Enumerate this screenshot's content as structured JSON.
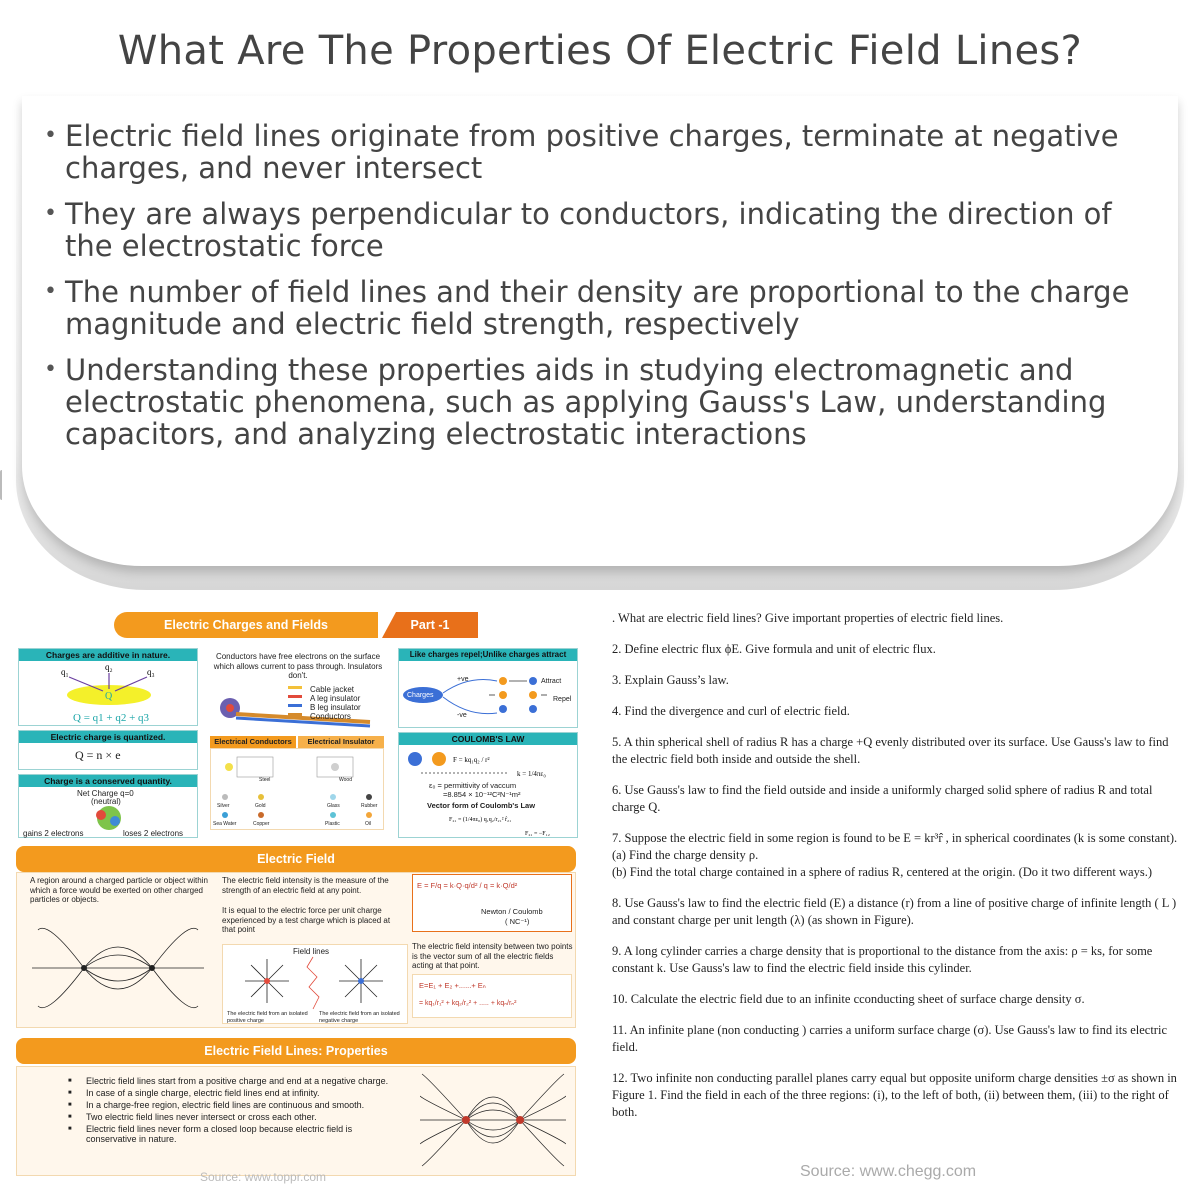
{
  "title": "What Are The Properties Of Electric Field Lines?",
  "bullets": [
    "Electric field lines originate from positive charges, terminate at negative charges, and never intersect",
    "They are always perpendicular to conductors, indicating the direction of the electrostatic force",
    "The number of field lines and their density are proportional to the charge magnitude and electric field strength, respectively",
    "Understanding these properties aids in studying electromagnetic and electrostatic phenomena, such as applying Gauss's Law, understanding capacitors, and analyzing electrostatic interactions"
  ],
  "infographic": {
    "banner_title": "Electric Charges and Fields",
    "banner_part": "Part -1",
    "box1": {
      "heading": "Charges are additive in nature.",
      "charges": [
        "q1",
        "q2",
        "q3"
      ],
      "center": "Q",
      "formula": "Q = q1 + q2 + q3"
    },
    "box2": {
      "heading": "Electric charge is quantized.",
      "formula": "Q = n × e"
    },
    "box3": {
      "heading": "Charge is a conserved quantity.",
      "net": "Net Charge q=0",
      "neutral": "(neutral)",
      "gains": "gains 2 electrons",
      "loses": "loses 2 electrons"
    },
    "conductors": {
      "text": "Conductors have free electrons on the surface which allows current to pass through. Insulators don't.",
      "legend": [
        "Cable jacket",
        "A leg insulator",
        "B leg insulator",
        "Conductors"
      ],
      "tab_left": "Electrical Conductors",
      "tab_right": "Electrical Insulator",
      "left_items": [
        "Silver",
        "Gold",
        "Sea Water",
        "Copper"
      ],
      "right_items": [
        "Glass",
        "Rubber",
        "Plastic",
        "Oil"
      ],
      "mid_items": [
        "Steel",
        "Wood"
      ]
    },
    "repel": {
      "heading": "Like charges repel;Unlike charges attract",
      "charges_label": "Charges",
      "pos": "+ve",
      "neg": "-ve",
      "attract": "Attract",
      "repel": "Repel"
    },
    "coulomb": {
      "heading": "COULOMB'S LAW",
      "eps": "ε₀ = permittivity of vaccum",
      "eps_val": "=8.854 × 10⁻¹²C²N⁻¹m²",
      "vector": "Vector form of Coulomb's Law"
    },
    "electric_field": {
      "heading": "Electric Field",
      "definition": "A region around a charged particle or object within which a force would be exerted on other charged particles or objects.",
      "intensity_1": "The electric field intensity is the measure of the strength of an electric field at any point.",
      "intensity_2": "It is equal to the electric force per unit charge experienced by a test charge which is placed at that point",
      "field_lines_label": "Field lines",
      "pos_caption": "The electric field from an isolated positive charge",
      "neg_caption": "The electric field from an isolated negative charge",
      "formula_1": "E = F/q = k·Q·q/d² / q = k·Q/d²",
      "unit": "Newton / Coulomb",
      "unit2": "( NC⁻¹)",
      "superposition": "The electric field intensity between two points is the vector sum of all the electric fields acting at that point.",
      "sum_1": "E=E₁ + E₂ +......+ Eₙ",
      "sum_2": "= kq₁/r₁² + kq₂/r₂² + ..... + kqₙ/rₙ²"
    },
    "properties": {
      "heading": "Electric Field Lines: Properties",
      "items": [
        "Electric field lines start from a positive charge and end at a negative charge.",
        "In case of a single charge, electric field lines end at infinity.",
        "In a charge-free region, electric field lines are continuous and smooth.",
        "Two electric field lines never intersect or cross each other.",
        "Electric field lines never form a closed loop because electric field is conservative in nature."
      ]
    },
    "source": "Source: www.toppr.com"
  },
  "questions": [
    ". What are electric field lines? Give important properties of electric field lines.",
    "2. Define electric flux ϕE. Give formula and unit of electric flux.",
    "3. Explain Gauss’s law.",
    "4. Find the divergence and curl of electric field.",
    "5. A thin spherical shell of radius R has a charge +Q evenly distributed over its surface. Use Gauss's law to find the electric field both inside and outside the shell.",
    "6. Use Gauss's law to find the field outside and inside a uniformly charged solid sphere of radius R and total charge Q.",
    "7. Suppose the electric field in some region is found to be E = kr³r̂ , in spherical coordinates (k is some constant).\n(a) Find the charge density ρ.\n(b) Find the total charge contained in a sphere of radius R, centered at the origin. (Do it two different ways.)",
    "8. Use Gauss's law to find the electric field (E) a distance (r) from a line of positive charge of infinite length ( L ) and constant charge per unit length (λ) (as shown in Figure).",
    "9. A long cylinder carries a charge density that is proportional to the distance from the axis: ρ = ks, for some constant k. Use Gauss's law to find the electric field inside this cylinder.",
    "10. Calculate the electric field due to an infinite cconducting sheet of surface charge density σ.",
    "11. An infinite plane (non conducting ) carries a uniform surface charge (σ). Use Gauss's law to find its electric field.",
    "12. Two infinite non conducting parallel planes carry equal but opposite uniform charge densities ±σ as shown in Figure 1. Find the field in each of the three regions: (i), to the left of both, (ii) between them, (iii) to the right of both."
  ],
  "questions_source": "Source: www.chegg.com",
  "colors": {
    "orange": "#f39a1e",
    "teal": "#2ab4b8",
    "title_gray": "#444444"
  }
}
